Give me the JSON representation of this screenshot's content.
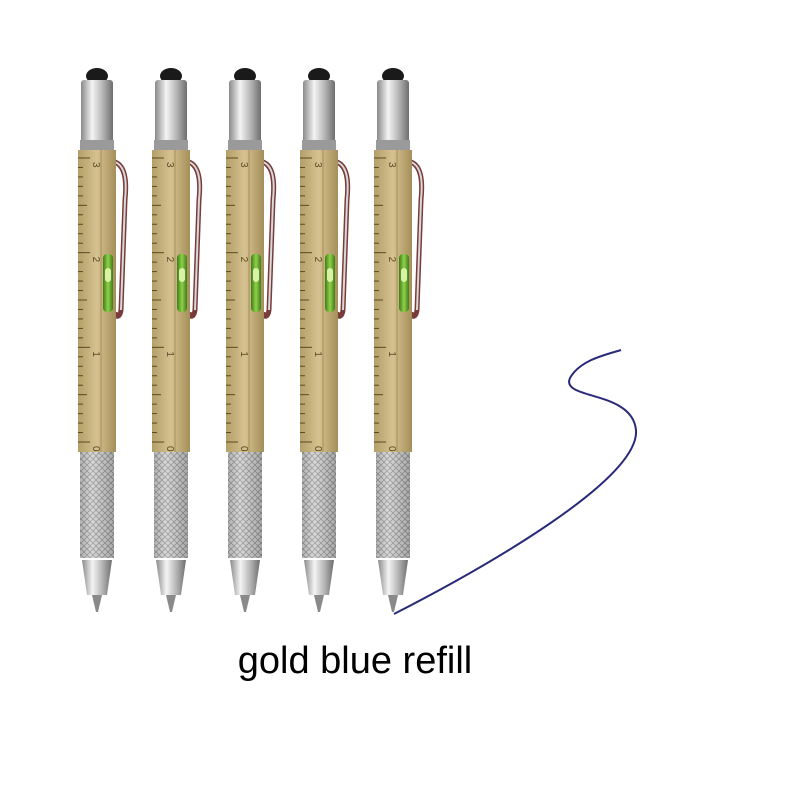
{
  "caption": "gold blue refill",
  "product": {
    "pen_count": 5,
    "ruler_labels": [
      "3",
      "2",
      "1",
      "0"
    ]
  },
  "colors": {
    "background": "#ffffff",
    "barrel_gold": "#c8b27d",
    "barrel_gold_dark": "#a48f5a",
    "level_green": "#5aa62a",
    "chrome": "#c8c8c8",
    "stylus_tip": "#1a1a1a",
    "ink_line": "#2a2a7a",
    "ruler_marks": "#5a4a25"
  }
}
